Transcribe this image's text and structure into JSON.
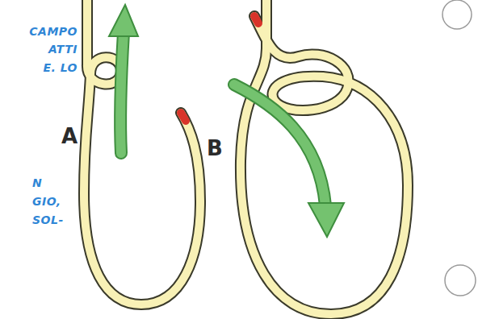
{
  "diagram": {
    "labels": [
      "CAMPO",
      "ATTI",
      "E. LO",
      "A",
      "N",
      "GIO,",
      "SOL-",
      "B"
    ]
  }
}
